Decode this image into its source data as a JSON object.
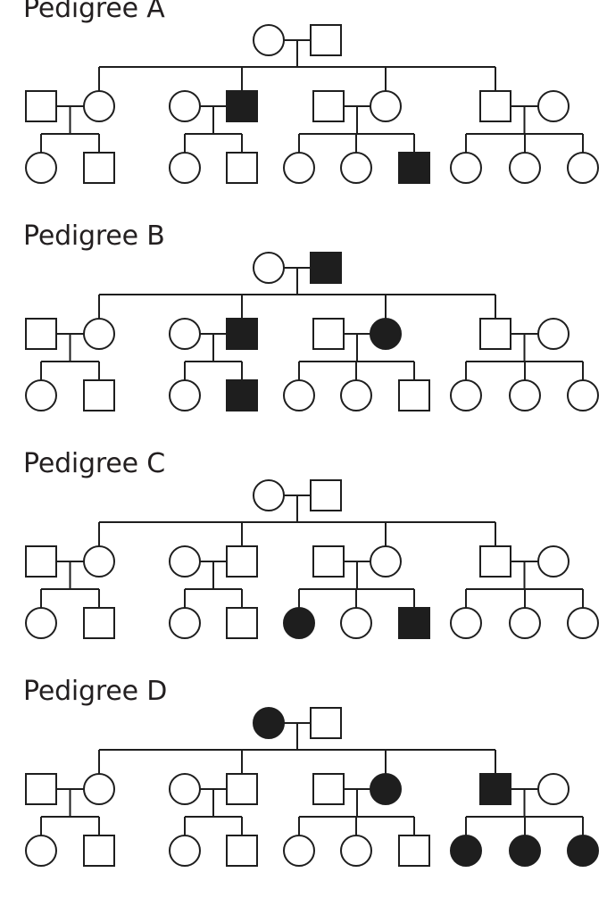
{
  "colors": {
    "affected": "#1e1e1e",
    "unaffected": "#ffffff",
    "line": "#1e1e1e",
    "text": "#231f20"
  },
  "pedigrees": [
    {
      "title": "Pedigree A",
      "founders": {
        "mother": "unaffected",
        "father": "unaffected"
      },
      "families": [
        {
          "mother": "unaffected",
          "father": "unaffected",
          "children": [
            {
              "sex": "female",
              "status": "unaffected"
            },
            {
              "sex": "male",
              "status": "unaffected"
            }
          ]
        },
        {
          "mother": "unaffected",
          "father": "affected",
          "children": [
            {
              "sex": "female",
              "status": "unaffected"
            },
            {
              "sex": "male",
              "status": "unaffected"
            }
          ]
        },
        {
          "mother": "unaffected",
          "father": "unaffected",
          "children": [
            {
              "sex": "female",
              "status": "unaffected"
            },
            {
              "sex": "female",
              "status": "unaffected"
            },
            {
              "sex": "male",
              "status": "affected"
            }
          ]
        },
        {
          "mother": "unaffected",
          "father": "unaffected",
          "children": [
            {
              "sex": "female",
              "status": "unaffected"
            },
            {
              "sex": "female",
              "status": "unaffected"
            },
            {
              "sex": "female",
              "status": "unaffected"
            }
          ]
        }
      ]
    },
    {
      "title": "Pedigree B",
      "founders": {
        "mother": "unaffected",
        "father": "affected"
      },
      "families": [
        {
          "mother": "unaffected",
          "father": "unaffected",
          "children": [
            {
              "sex": "female",
              "status": "unaffected"
            },
            {
              "sex": "male",
              "status": "unaffected"
            }
          ]
        },
        {
          "mother": "unaffected",
          "father": "affected",
          "children": [
            {
              "sex": "female",
              "status": "unaffected"
            },
            {
              "sex": "male",
              "status": "affected"
            }
          ]
        },
        {
          "mother": "affected",
          "father": "unaffected",
          "children": [
            {
              "sex": "female",
              "status": "unaffected"
            },
            {
              "sex": "female",
              "status": "unaffected"
            },
            {
              "sex": "male",
              "status": "unaffected"
            }
          ]
        },
        {
          "mother": "unaffected",
          "father": "unaffected",
          "children": [
            {
              "sex": "female",
              "status": "unaffected"
            },
            {
              "sex": "female",
              "status": "unaffected"
            },
            {
              "sex": "female",
              "status": "unaffected"
            }
          ]
        }
      ]
    },
    {
      "title": "Pedigree C",
      "founders": {
        "mother": "unaffected",
        "father": "unaffected"
      },
      "families": [
        {
          "mother": "unaffected",
          "father": "unaffected",
          "children": [
            {
              "sex": "female",
              "status": "unaffected"
            },
            {
              "sex": "male",
              "status": "unaffected"
            }
          ]
        },
        {
          "mother": "unaffected",
          "father": "unaffected",
          "children": [
            {
              "sex": "female",
              "status": "unaffected"
            },
            {
              "sex": "male",
              "status": "unaffected"
            }
          ]
        },
        {
          "mother": "unaffected",
          "father": "unaffected",
          "children": [
            {
              "sex": "female",
              "status": "affected"
            },
            {
              "sex": "female",
              "status": "unaffected"
            },
            {
              "sex": "male",
              "status": "affected"
            }
          ]
        },
        {
          "mother": "unaffected",
          "father": "unaffected",
          "children": [
            {
              "sex": "female",
              "status": "unaffected"
            },
            {
              "sex": "female",
              "status": "unaffected"
            },
            {
              "sex": "female",
              "status": "unaffected"
            }
          ]
        }
      ]
    },
    {
      "title": "Pedigree D",
      "founders": {
        "mother": "affected",
        "father": "unaffected"
      },
      "families": [
        {
          "mother": "unaffected",
          "father": "unaffected",
          "children": [
            {
              "sex": "female",
              "status": "unaffected"
            },
            {
              "sex": "male",
              "status": "unaffected"
            }
          ]
        },
        {
          "mother": "unaffected",
          "father": "unaffected",
          "children": [
            {
              "sex": "female",
              "status": "unaffected"
            },
            {
              "sex": "male",
              "status": "unaffected"
            }
          ]
        },
        {
          "mother": "affected",
          "father": "unaffected",
          "children": [
            {
              "sex": "female",
              "status": "unaffected"
            },
            {
              "sex": "female",
              "status": "unaffected"
            },
            {
              "sex": "male",
              "status": "unaffected"
            }
          ]
        },
        {
          "mother": "unaffected",
          "father": "affected",
          "children": [
            {
              "sex": "female",
              "status": "affected"
            },
            {
              "sex": "female",
              "status": "affected"
            },
            {
              "sex": "female",
              "status": "affected"
            }
          ]
        }
      ]
    }
  ]
}
